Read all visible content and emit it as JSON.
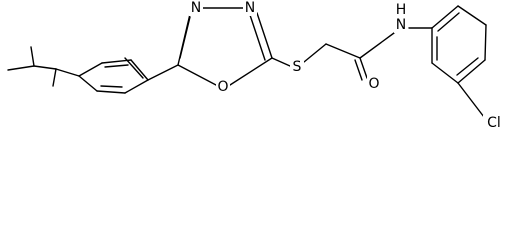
{
  "structure": {
    "atom_labels": {
      "n_upper_left": "N",
      "n_upper_right": "N",
      "ring_oxygen": "O",
      "sulfur": "S",
      "carbonyl_oxygen": "O",
      "amide_nh": "H",
      "amide_n": "N",
      "chlorine": "Cl"
    },
    "colors": {
      "bond": "#000000",
      "text": "#000000",
      "background": "#ffffff"
    }
  }
}
